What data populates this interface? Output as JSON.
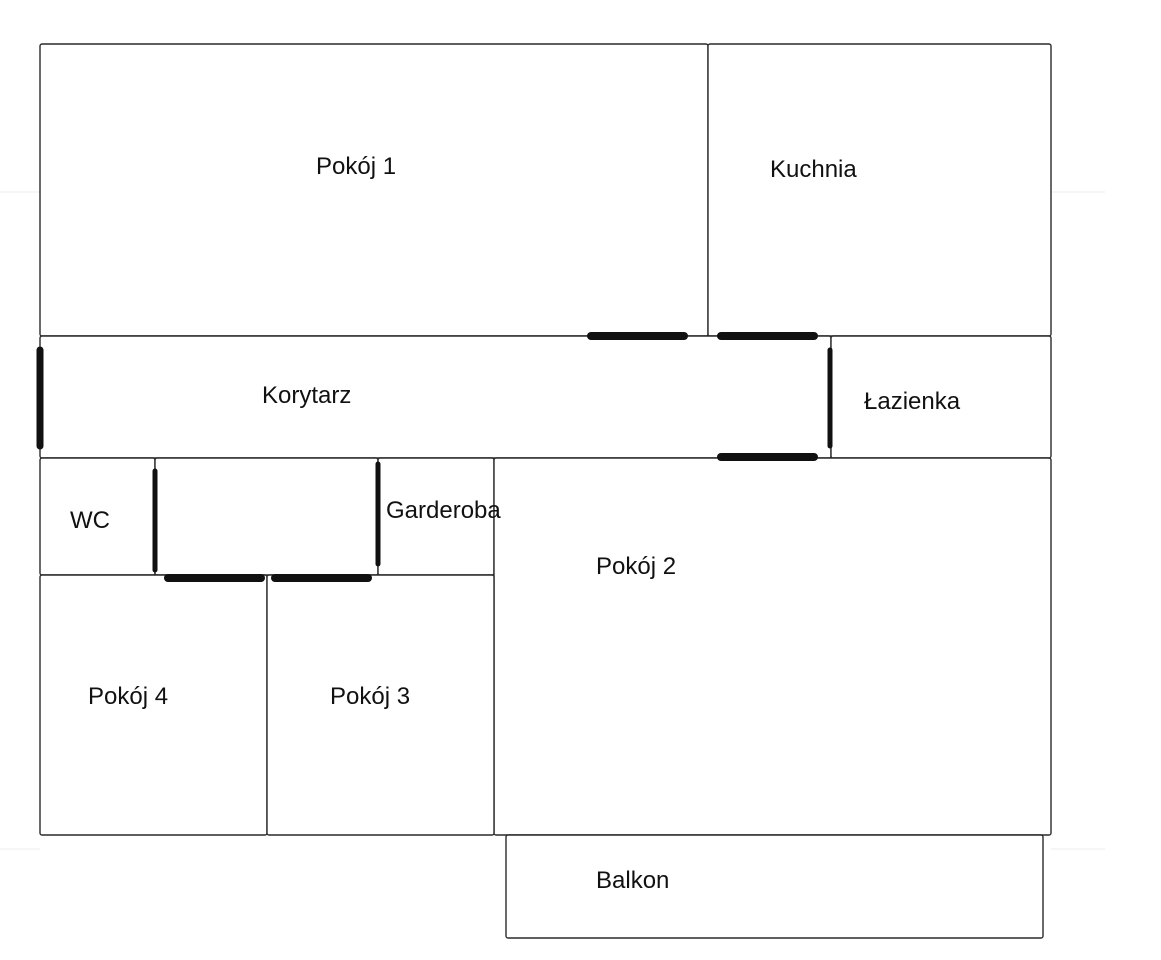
{
  "floorplan": {
    "rooms": {
      "pokoj1": "Pokój 1",
      "kuchnia": "Kuchnia",
      "korytarz": "Korytarz",
      "lazienka": "Łazienka",
      "wc": "WC",
      "garderoba": "Garderoba",
      "pokoj2": "Pokój 2",
      "pokoj4": "Pokój 4",
      "pokoj3": "Pokój 3",
      "balkon": "Balkon"
    },
    "colors": {
      "wall": "#2a2a2a",
      "door": "#111111",
      "background": "#ffffff"
    }
  }
}
